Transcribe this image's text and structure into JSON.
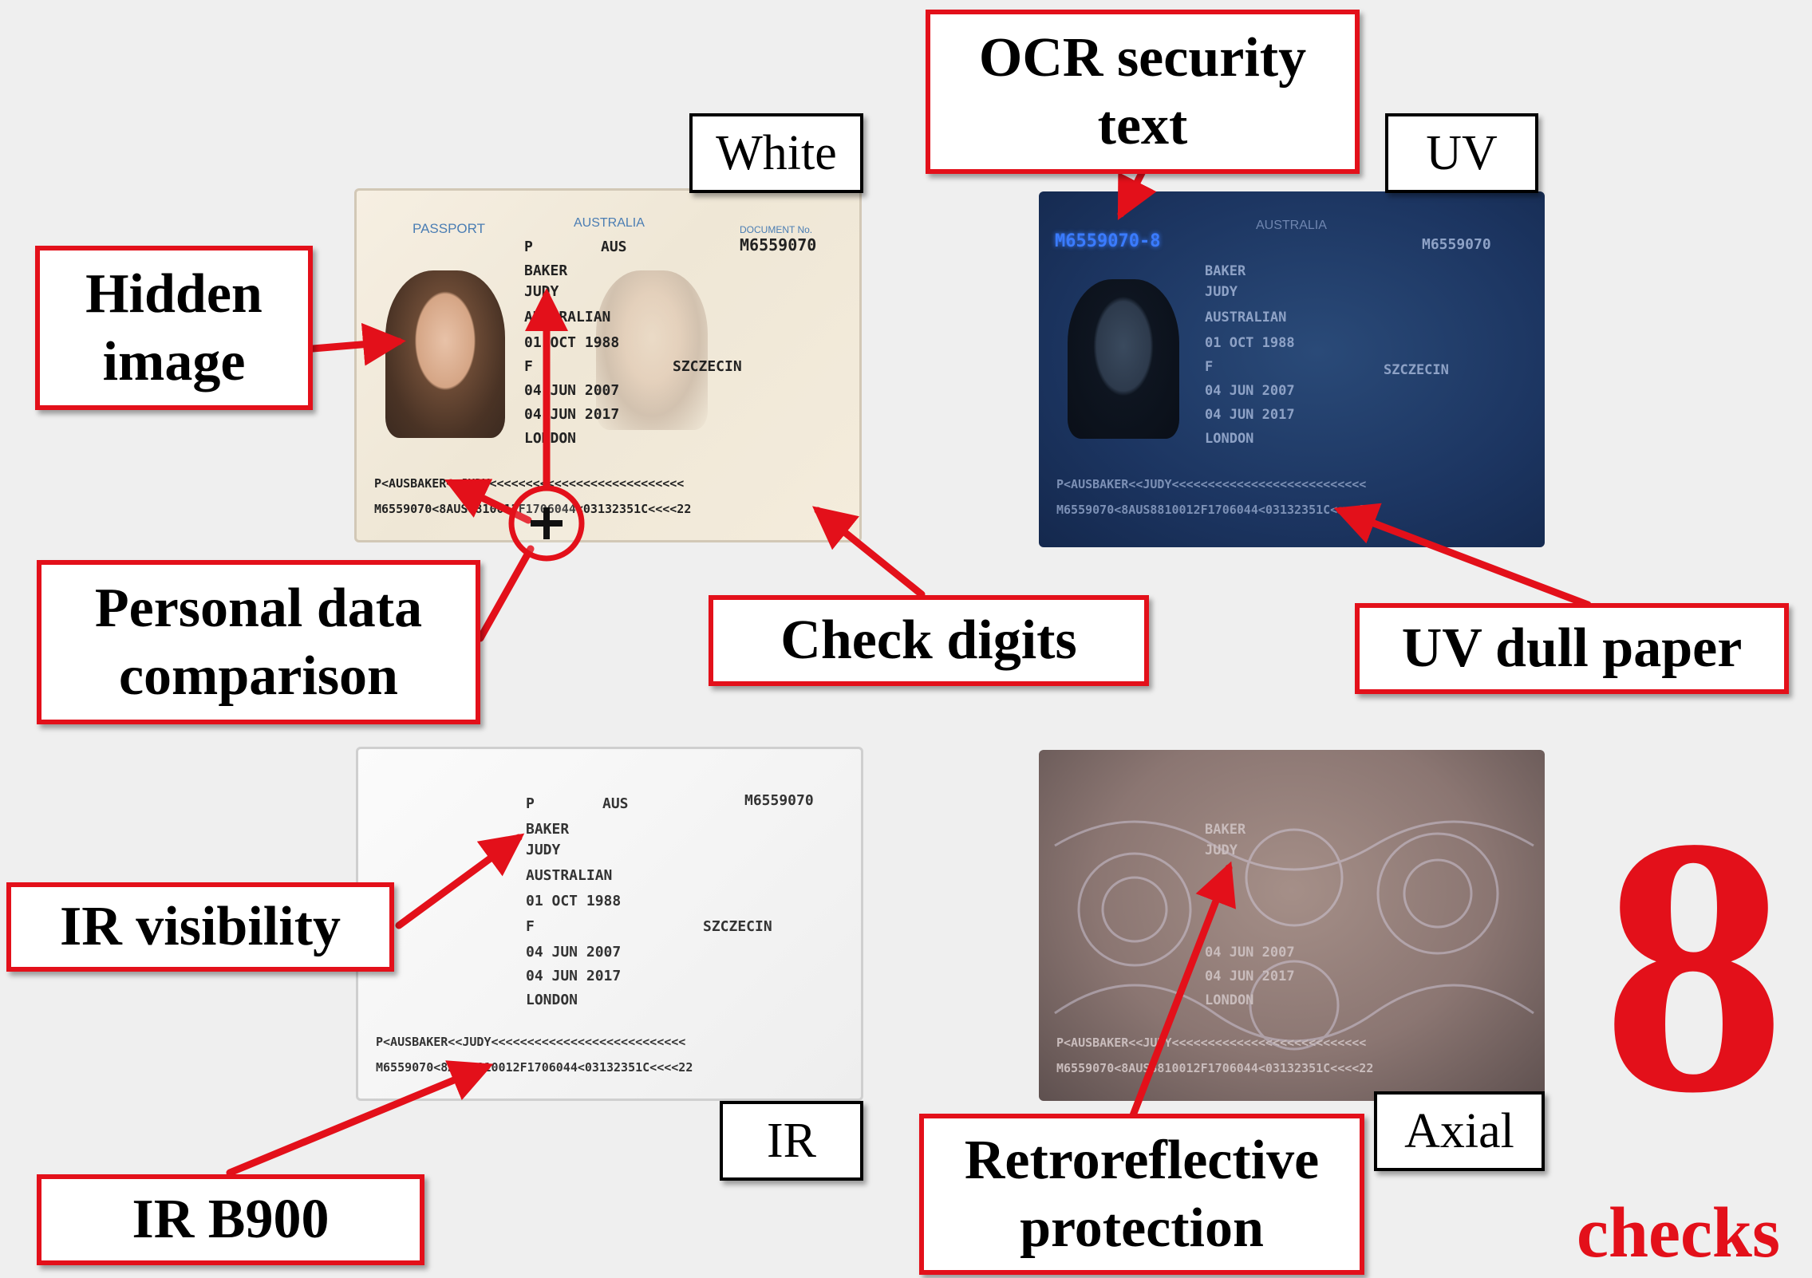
{
  "colors": {
    "accent_red": "#e3101a",
    "page_bg": "#efefef",
    "uv_text_blue": "#3a7bff"
  },
  "callouts": {
    "hidden_image": "Hidden\nimage",
    "personal_data_comparison": "Personal data\ncomparison",
    "check_digits": "Check digits",
    "ocr_security_text": "OCR security\ntext",
    "uv_dull_paper": "UV dull paper",
    "ir_visibility": "IR visibility",
    "ir_b900": "IR B900",
    "retroreflective_protection": "Retroreflective\nprotection"
  },
  "light_labels": {
    "white": "White",
    "uv": "UV",
    "ir": "IR",
    "axial": "Axial"
  },
  "summary": {
    "count": "8",
    "unit": "checks"
  },
  "passport": {
    "header_passport": "PASSPORT",
    "header_country": "AUSTRALIA",
    "header_doc_no_label": "DOCUMENT No.",
    "type": "P",
    "code": "AUS",
    "doc_number": "M6559070",
    "surname": "BAKER",
    "given_name": "JUDY",
    "nationality": "AUSTRALIAN",
    "birth_date": "01 OCT 1988",
    "sex": "F",
    "birth_place": "SZCZECIN",
    "issue_date": "04 JUN 2007",
    "expiry_date": "04 JUN 2017",
    "authority": "LONDON",
    "mrz_line1": "P<AUSBAKER<<JUDY<<<<<<<<<<<<<<<<<<<<<<<<<<<",
    "mrz_line2": "M6559070<8AUS8810012F1706044<03132351C<<<<22",
    "uv_ocr_text": "M6559070-8"
  }
}
